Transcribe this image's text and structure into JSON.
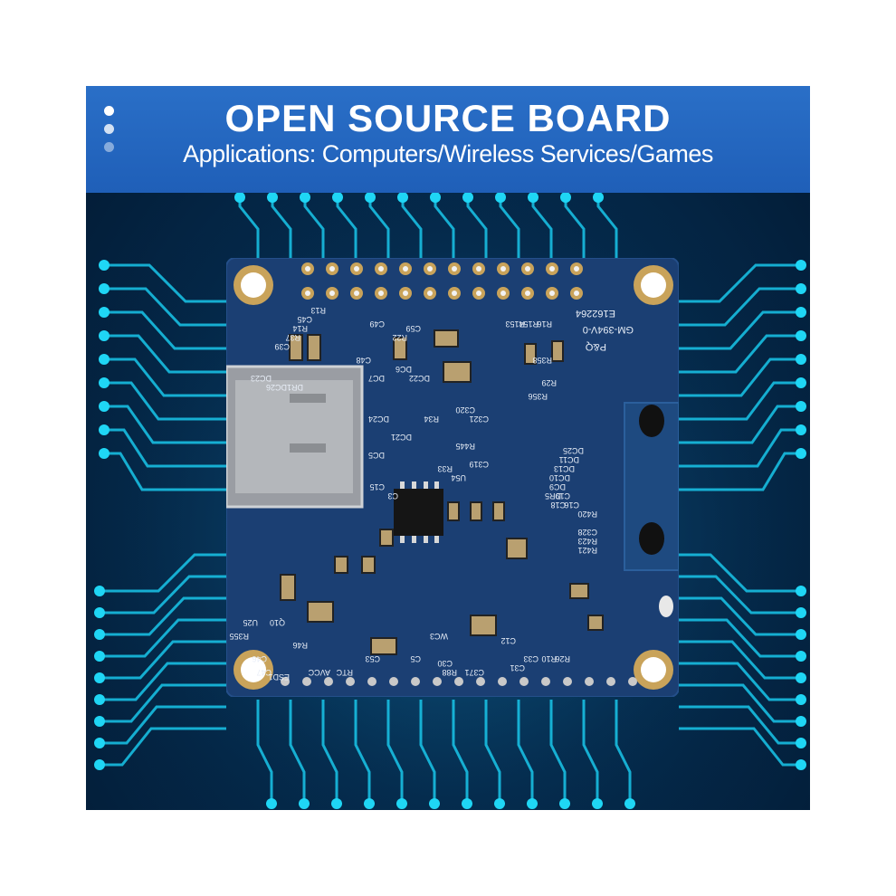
{
  "banner": {
    "title": "OPEN SOURCE BOARD",
    "subtitle": "Applications: Computers/Wireless Services/Games"
  },
  "colors": {
    "banner": "#2466be",
    "background": "#032545",
    "trace": "#19c6ea",
    "board": "#1b3f73",
    "pad": "#c9a35a"
  },
  "board": {
    "marking_top": "E162264",
    "marking_model": "GM-394V-0",
    "marking_brand": "P&Q",
    "labels_left": [
      "R13",
      "C45",
      "R14",
      "R37",
      "C39",
      "DC23",
      "DR1DC26",
      "C48",
      "C49"
    ],
    "labels_mid": [
      "C59",
      "R22",
      "DC6",
      "DC22",
      "DC7",
      "DC24",
      "DC21",
      "DC5",
      "R33",
      "U54",
      "C15",
      "C3",
      "R34",
      "C320",
      "C321",
      "R445",
      "C319"
    ],
    "labels_right": [
      "R16",
      "R154",
      "R153",
      "R358",
      "R29",
      "R356",
      "DC25",
      "DC11",
      "DC13",
      "DC10",
      "DC9",
      "DR5",
      "C18",
      "C16",
      "C19",
      "R420",
      "C328",
      "R423",
      "R421"
    ],
    "labels_bottom": [
      "AVCC",
      "RTC",
      "C53",
      "C5",
      "C30",
      "C371",
      "R88",
      "WC3",
      "C31",
      "C12",
      "C33",
      "R10",
      "R26",
      "C46",
      "C47",
      "R46",
      "ESD1",
      "U25",
      "R355",
      "Q10"
    ]
  }
}
